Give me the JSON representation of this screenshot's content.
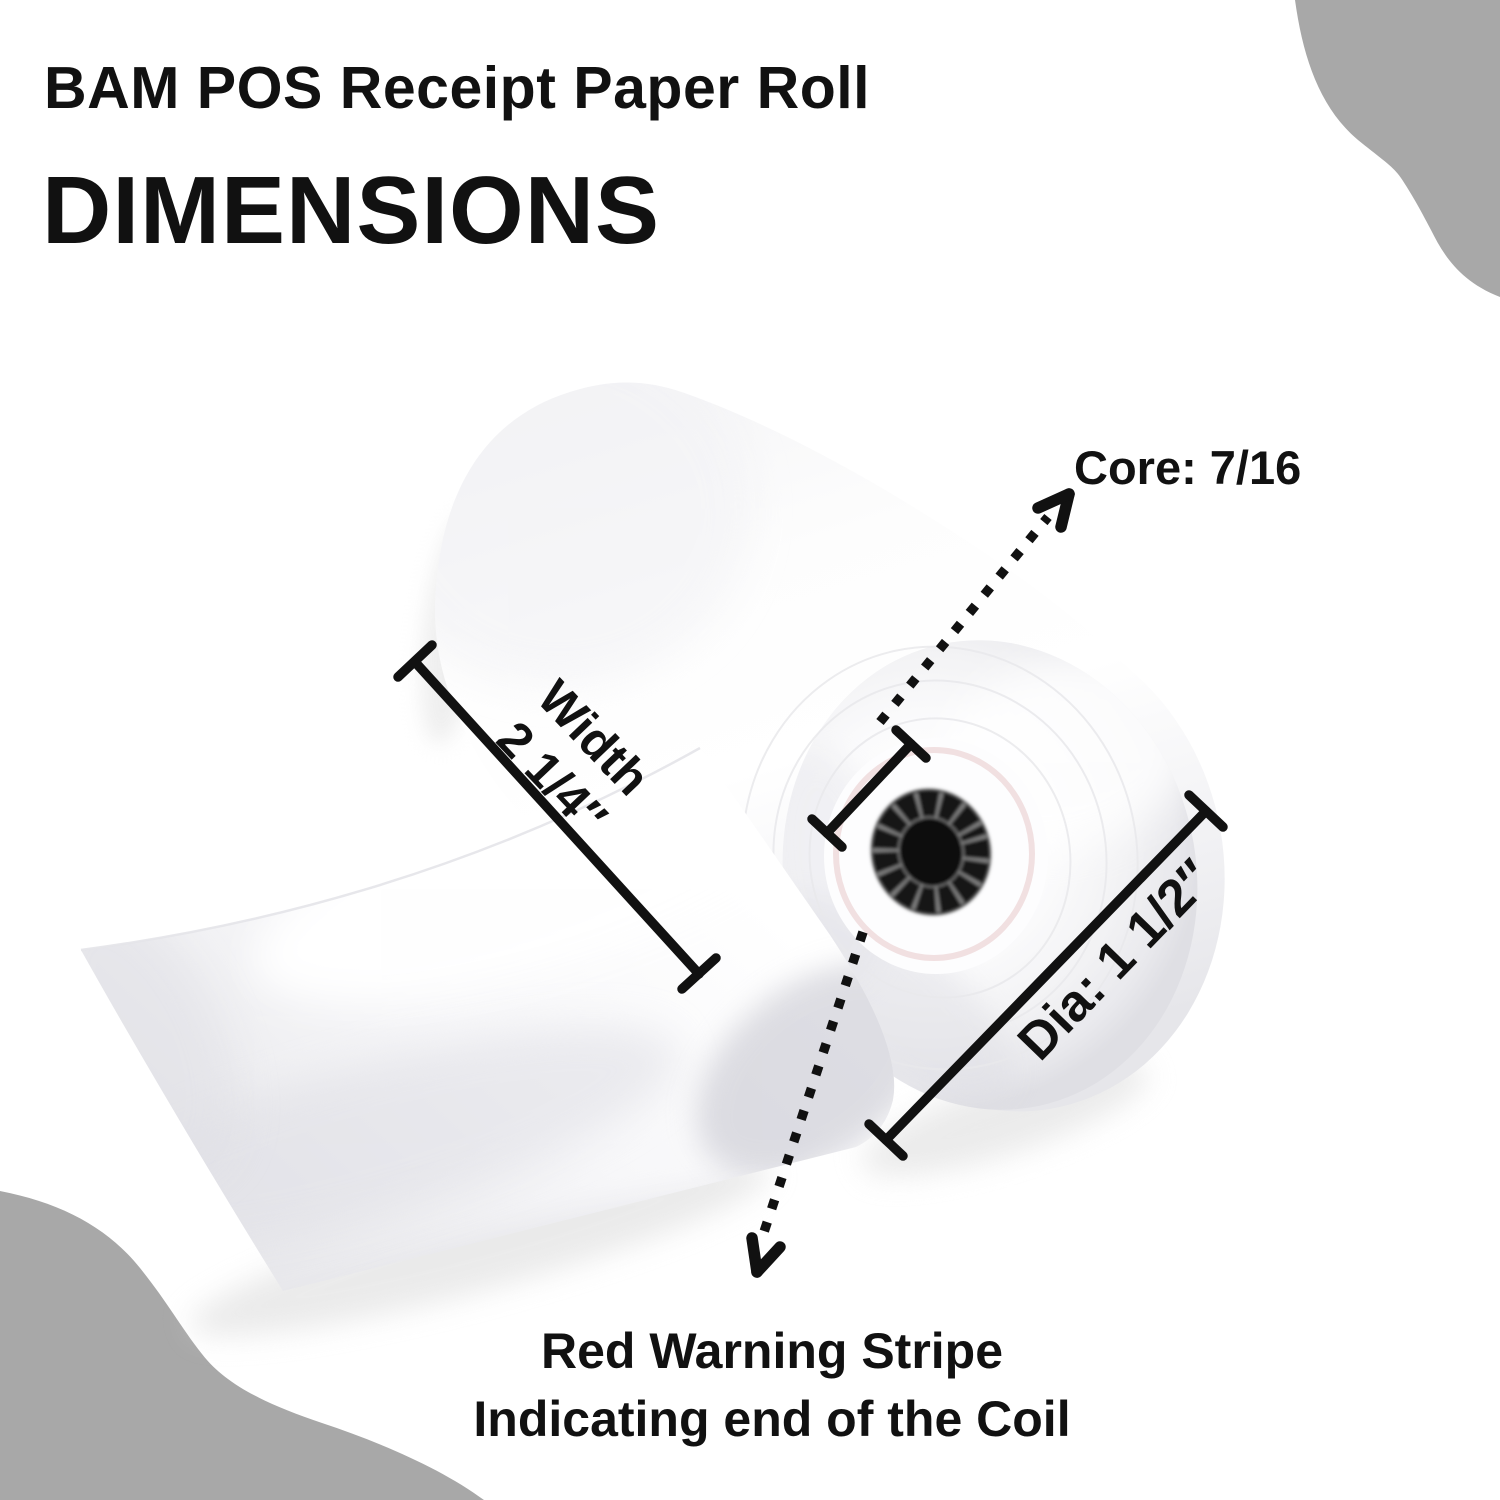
{
  "title": {
    "brand_line": "BAM POS Receipt Paper Roll",
    "heading": "DIMENSIONS"
  },
  "annotations": {
    "core_label": "Core: 7/16",
    "width_line1": "Width",
    "width_line2": "2 1/4″",
    "diameter_label": "Dia: 1 1/2″",
    "warning_line1": "Red Warning Stripe",
    "warning_line2": "Indicating end of the Coil"
  },
  "colors": {
    "background": "#ffffff",
    "ink": "#111111",
    "blob_gray": "#a8a8a8",
    "core_black": "#161616",
    "paper_white": "#fdfdfd"
  }
}
